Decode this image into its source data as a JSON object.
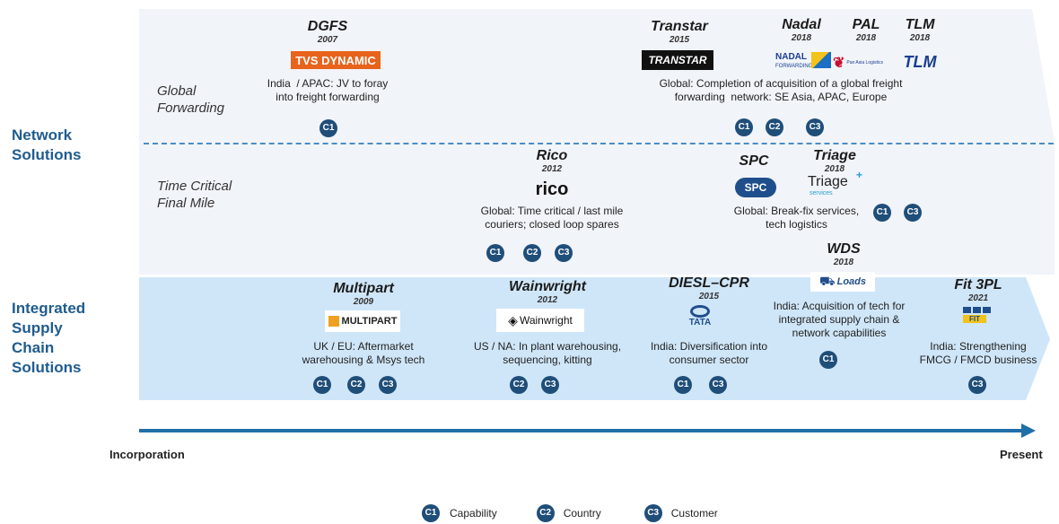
{
  "rows": {
    "network": "Network\nSolutions",
    "integrated": "Integrated\nSupply\nChain\nSolutions"
  },
  "subrows": {
    "global_forwarding": "Global\nForwarding",
    "time_critical": "Time Critical\nFinal Mile"
  },
  "acquisitions": {
    "dgfs": {
      "name": "DGFS",
      "year": "2007",
      "logo": "TVS DYNAMIC",
      "desc": "India  / APAC: JV to foray\ninto freight forwarding"
    },
    "transtar": {
      "name": "Transtar",
      "year": "2015",
      "logo": "TRANSTAR"
    },
    "nadal": {
      "name": "Nadal",
      "year": "2018",
      "logo": "NADAL",
      "logo_sub": "FORWARDING"
    },
    "pal": {
      "name": "PAL",
      "year": "2018",
      "logo": "Pan Asia Logistics"
    },
    "tlm": {
      "name": "TLM",
      "year": "2018",
      "logo": "TLM"
    },
    "forwarding_desc": "Global: Completion of acquisition of a global freight\nforwarding  network: SE Asia, APAC, Europe",
    "rico": {
      "name": "Rico",
      "year": "2012",
      "logo": "rico",
      "desc": "Global: Time critical / last mile\ncouriers; closed loop spares"
    },
    "spc": {
      "name": "SPC",
      "logo": "SPC"
    },
    "triage": {
      "name": "Triage",
      "year": "2018",
      "logo": "Triage",
      "logo_sub": "services"
    },
    "final_mile_desc": "Global: Break-fix services,\ntech logistics",
    "multipart": {
      "name": "Multipart",
      "year": "2009",
      "logo": "MULTIPART",
      "desc": "UK / EU: Aftermarket\nwarehousing & Msys tech"
    },
    "wainwright": {
      "name": "Wainwright",
      "year": "2012",
      "logo": "Wainwright",
      "desc": "US / NA: In plant warehousing,\nsequencing, kitting"
    },
    "diesl": {
      "name": "DIESL–CPR",
      "year": "2015",
      "logo": "TATA",
      "desc": "India: Diversification into\nconsumer sector"
    },
    "wds": {
      "name": "WDS",
      "year": "2018",
      "logo": "Loads",
      "desc": "India: Acquisition of tech for\nintegrated supply chain &\nnetwork capabilities"
    },
    "fit3pl": {
      "name": "Fit 3PL",
      "year": "2021",
      "logo": "FIT",
      "desc": "India: Strengthening\nFMCG / FMCD business"
    }
  },
  "badges": {
    "c1": "C1",
    "c2": "C2",
    "c3": "C3"
  },
  "axis": {
    "start": "Incorporation",
    "end": "Present"
  },
  "legend": {
    "c1": "Capability",
    "c2": "Country",
    "c3": "Customer"
  },
  "colors": {
    "badge": "#1f4e79",
    "row_label": "#1f5c8f",
    "axis": "#1f6fa8",
    "band_top": "#f1f4f9",
    "band_bottom": "#cfe6f8"
  }
}
